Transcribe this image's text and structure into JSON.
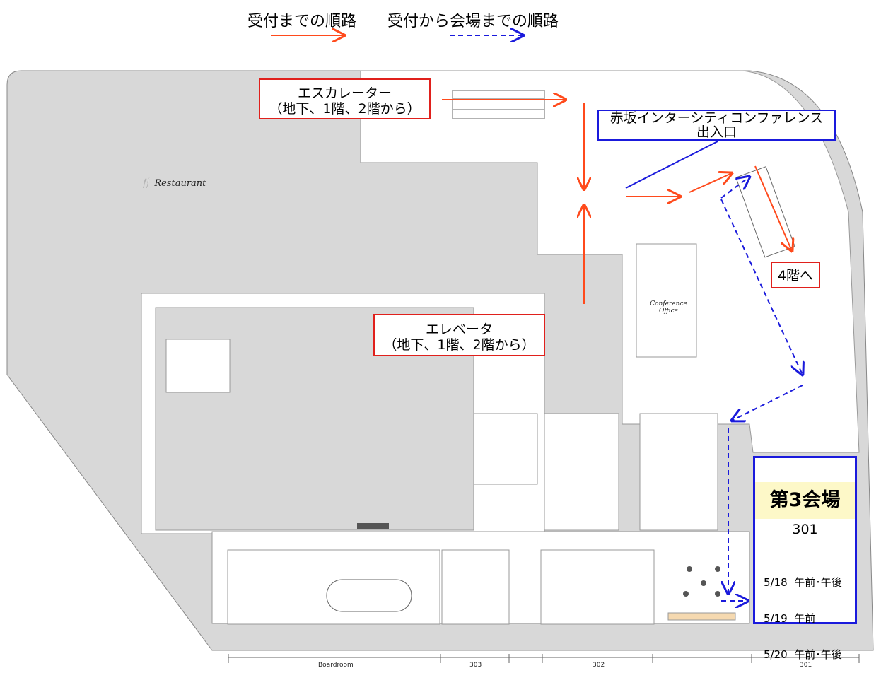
{
  "legend": {
    "to_reception": "受付までの順路",
    "reception_to_venue": "受付から会場までの順路",
    "colors": {
      "to_reception": "#ff4a1c",
      "reception_to_venue": "#1a1adc"
    }
  },
  "callouts": {
    "escalator": {
      "line1": "エスカレーター",
      "line2": "（地下、1階、2階から）"
    },
    "elevator": {
      "line1": "エレベータ",
      "line2": "（地下、1階、2階から）"
    },
    "entrance": {
      "line1": "赤坂インターシティコンファレンス",
      "line2": "出入口"
    },
    "to_4f": "4階へ"
  },
  "venue": {
    "title": "第3会場",
    "room": "301",
    "schedule": [
      "5/18  午前･午後",
      "5/19  午前",
      "5/20  午前･午後"
    ]
  },
  "plan_labels": {
    "restaurant": "Restaurant",
    "conference_office": "Conference Office"
  },
  "room_scale": [
    "Boardroom",
    "303",
    "302",
    "301"
  ]
}
